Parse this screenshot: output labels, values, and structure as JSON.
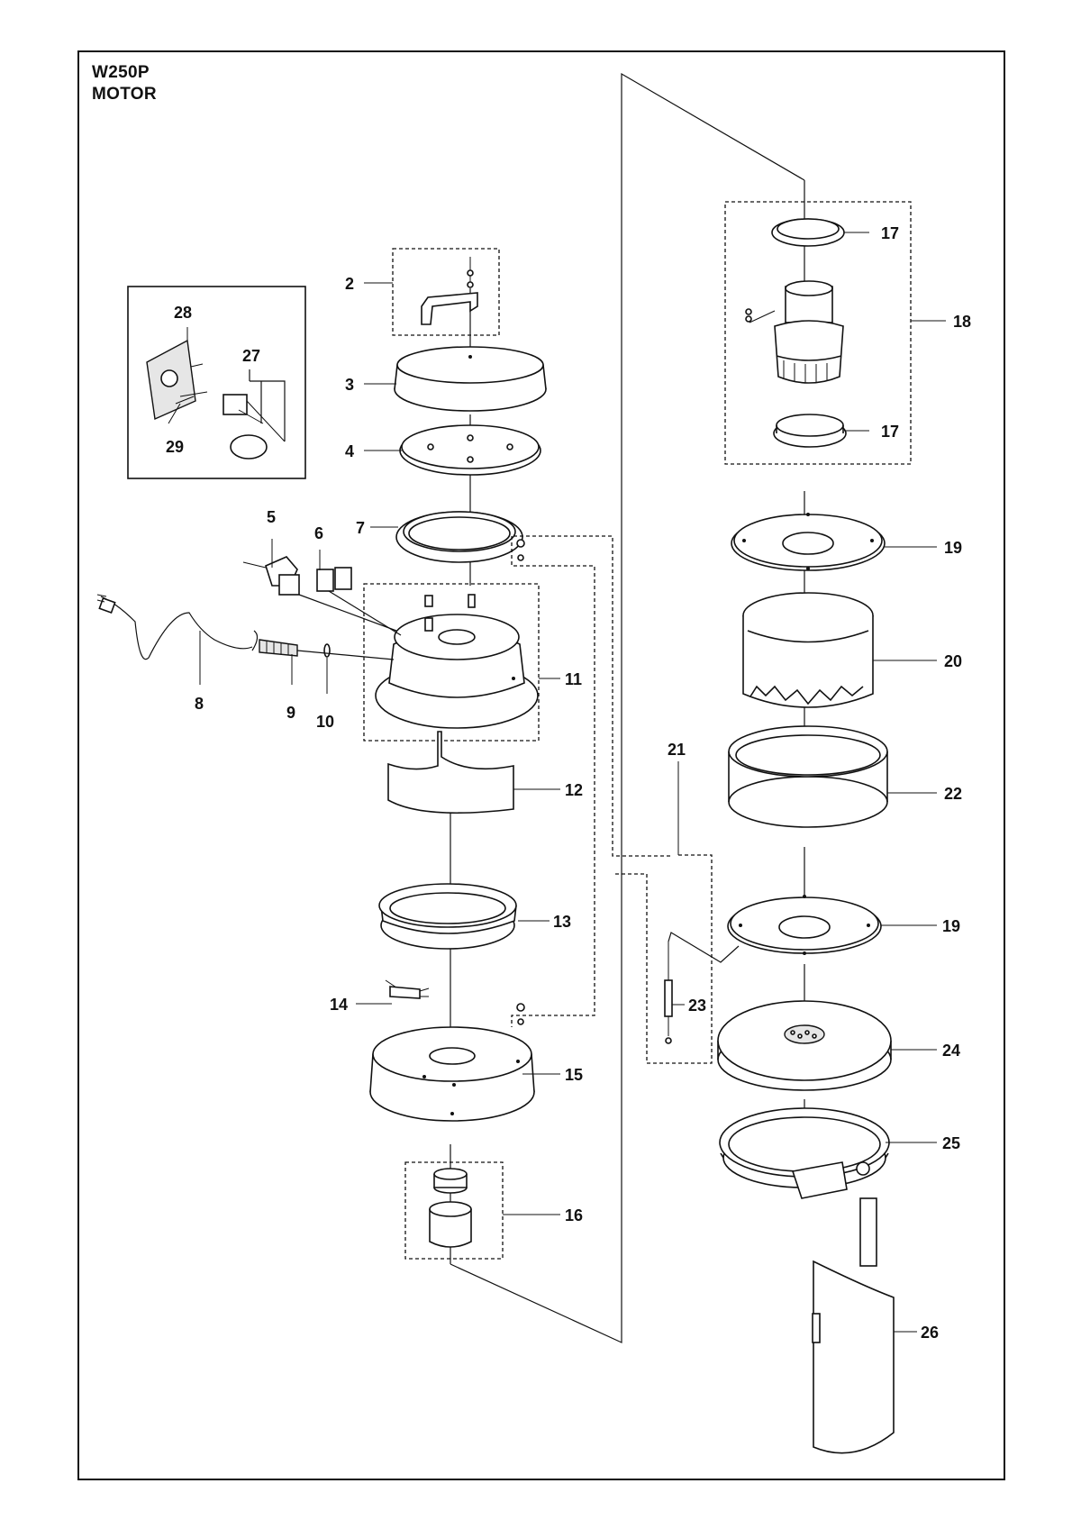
{
  "header": {
    "model": "W250P",
    "section": "MOTOR"
  },
  "callouts": [
    {
      "number": "2"
    },
    {
      "number": "3"
    },
    {
      "number": "4"
    },
    {
      "number": "5"
    },
    {
      "number": "6"
    },
    {
      "number": "7"
    },
    {
      "number": "8"
    },
    {
      "number": "9"
    },
    {
      "number": "10"
    },
    {
      "number": "11"
    },
    {
      "number": "12"
    },
    {
      "number": "13"
    },
    {
      "number": "14"
    },
    {
      "number": "15"
    },
    {
      "number": "16"
    },
    {
      "number": "17"
    },
    {
      "number": "17"
    },
    {
      "number": "18"
    },
    {
      "number": "19"
    },
    {
      "number": "19"
    },
    {
      "number": "20"
    },
    {
      "number": "21"
    },
    {
      "number": "22"
    },
    {
      "number": "23"
    },
    {
      "number": "24"
    },
    {
      "number": "25"
    },
    {
      "number": "26"
    },
    {
      "number": "27"
    },
    {
      "number": "28"
    },
    {
      "number": "29"
    }
  ]
}
